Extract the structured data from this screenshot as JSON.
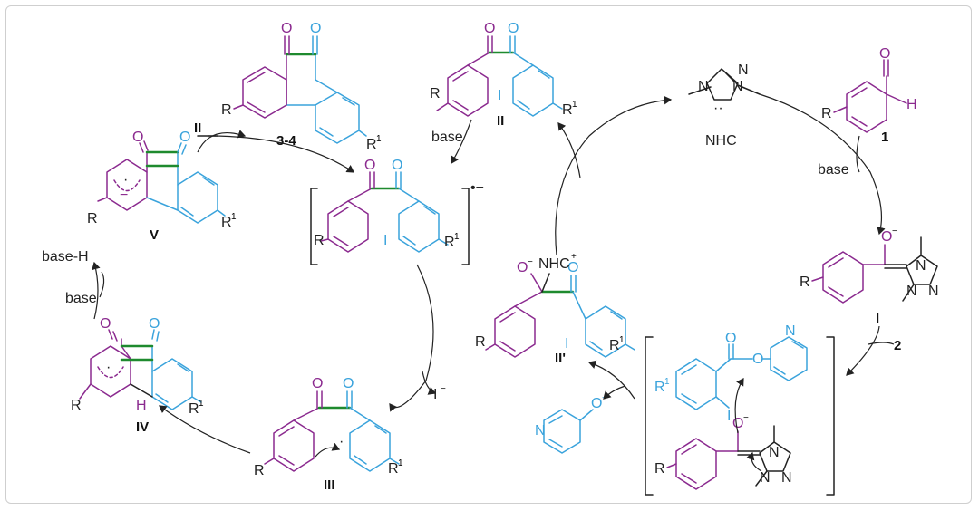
{
  "labels": {
    "cmpd_1": "1",
    "cmpd_2": "2",
    "cmpd_34": "3-4",
    "I": "I",
    "II": "II",
    "II_top": "II",
    "II_prime": "II'",
    "III": "III",
    "IV": "IV",
    "V": "V",
    "nhc": "NHC",
    "nhc_plus": "NHC",
    "base": "base",
    "base_h": "base-H",
    "iodide": "I",
    "radical_anion": "•−"
  },
  "atoms": {
    "R": "R",
    "R1": "R",
    "sup1": "1",
    "O": "O",
    "N": "N",
    "H": "H",
    "I": "I",
    "minus": "−",
    "plus": "+"
  },
  "colors": {
    "magenta": "#8b2a8f",
    "blue": "#3aa3dc",
    "green": "#1e8a2e",
    "black": "#222222"
  }
}
